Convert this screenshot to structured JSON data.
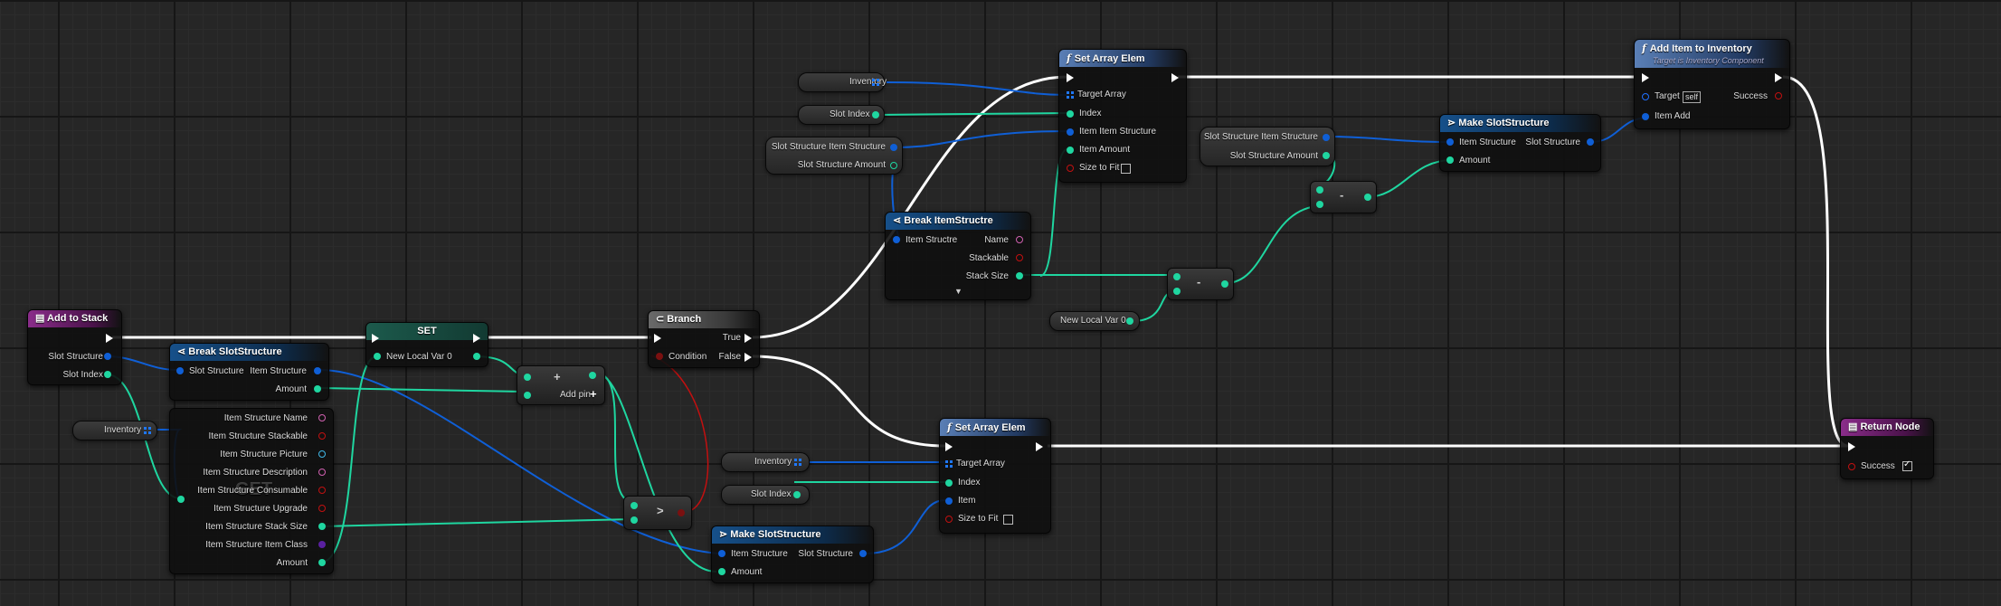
{
  "colors": {
    "exec": "#ffffff",
    "struct_wire": "#0f5fd6",
    "int_wire": "#1fd6a0",
    "bool_wire": "#c21010"
  },
  "add_to_stack": {
    "title": "Add to Stack",
    "slot_structure": "Slot Structure",
    "slot_index": "Slot Index"
  },
  "break_slot": {
    "title": "Break SlotStructure",
    "slot_structure": "Slot Structure",
    "item_structure": "Item Structure",
    "amount": "Amount"
  },
  "set_node": {
    "title": "SET",
    "var": "New Local Var 0"
  },
  "add_node": {
    "symbol": "+",
    "add_pin": "Add pin"
  },
  "branch": {
    "title": "Branch",
    "cond": "Condition",
    "true": "True",
    "false": "False"
  },
  "vars": {
    "inventory": "Inventory",
    "slot_index": "Slot Index",
    "ssis": "Slot Structure Item Structure",
    "ssa": "Slot Structure Amount",
    "new_local": "New Local Var 0"
  },
  "get_node": {
    "watermark": "GET",
    "outputs": [
      "Item Structure Name",
      "Item Structure Stackable",
      "Item Structure Picture",
      "Item Structure Description",
      "Item Structure Consumable",
      "Item Structure Upgrade",
      "Item Structure Stack Size",
      "Item Structure Item Class",
      "Amount"
    ]
  },
  "compare": {
    "symbol": ">"
  },
  "make_slot_low": {
    "title": "Make SlotStructure",
    "item_structure": "Item Structure",
    "amount": "Amount",
    "slot_structure": "Slot Structure"
  },
  "set_array_top": {
    "title": "Set Array Elem",
    "target": "Target Array",
    "index": "Index",
    "item_item": "Item Item Structure",
    "item_amount": "Item Amount",
    "size_fit": "Size to Fit"
  },
  "set_array_low": {
    "title": "Set Array Elem",
    "target": "Target Array",
    "index": "Index",
    "item": "Item",
    "size_fit": "Size to Fit"
  },
  "break_item": {
    "title": "Break ItemStructre",
    "item": "Item Structre",
    "name": "Name",
    "stackable": "Stackable",
    "stack_size": "Stack Size"
  },
  "minus": {
    "symbol": "-"
  },
  "make_slot_top": {
    "title": "Make SlotStructure",
    "item_structure": "Item Structure",
    "amount": "Amount",
    "slot_structure": "Slot Structure"
  },
  "add_item": {
    "title": "Add Item to Inventory",
    "subtitle": "Target is Inventory Component",
    "target": "Target",
    "self": "self",
    "success": "Success",
    "item_add": "Item Add"
  },
  "return_node": {
    "title": "Return Node",
    "success": "Success"
  }
}
